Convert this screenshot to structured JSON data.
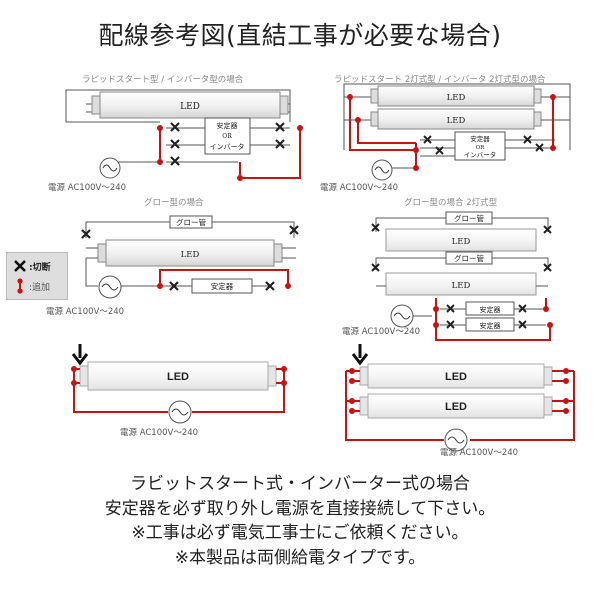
{
  "title": "配線参考図(直結工事が必要な場合)",
  "diagrams": {
    "d1": {
      "caption": "ラピッドスタート型 / インバータ型の場合",
      "lamp": "LED",
      "box_line1": "安定器",
      "box_line2": "OR",
      "box_line3": "インバータ",
      "source": "電源 AC100V〜240"
    },
    "d2": {
      "caption": "ラピッドスタート 2灯式型 / インバータ 2灯式型の場合",
      "lamp1": "LED",
      "lamp2": "LED",
      "box_line1": "安定器",
      "box_line2": "OR",
      "box_line3": "インバータ",
      "source": "電源 AC100V〜240"
    },
    "d3": {
      "caption": "グロー型の場合",
      "glow": "グロー管",
      "lamp": "LED",
      "ballast": "安定器",
      "source": "電源 AC100V〜240"
    },
    "d4": {
      "caption": "グロー型の場合 2灯式型",
      "glow1": "グロー管",
      "glow2": "グロー管",
      "lamp1": "LED",
      "lamp2": "LED",
      "ballast1": "安定器",
      "ballast2": "安定器",
      "source": "電源 AC100V〜240"
    },
    "d5": {
      "lamp": "LED",
      "source": "電源 AC100V〜240"
    },
    "d6": {
      "lamp1": "LED",
      "lamp2": "LED",
      "source": "電源 AC100V〜240"
    }
  },
  "legend": {
    "cut_label": ":切断",
    "add_label": ":追加"
  },
  "footer": [
    "ラビットスタート式・インバーター式の場合",
    "安定器を必ず取り外し電源を直接接続して下さい。",
    "※工事は必ず電気工事士にご依頼ください。",
    "※本製品は両側給電タイプです。"
  ],
  "colors": {
    "wire": "#cc1111",
    "line": "#555555",
    "text": "#222222"
  }
}
